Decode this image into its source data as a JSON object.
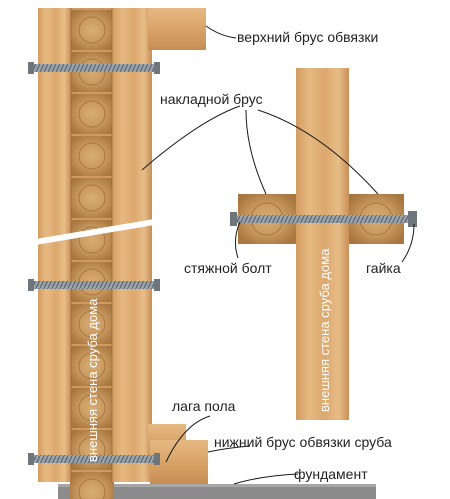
{
  "labels": {
    "top_frame_beam": "верхний брус обвязки",
    "overlay_beam": "накладной брус",
    "tie_bolt": "стяжной болт",
    "nut": "гайка",
    "floor_joist": "лага пола",
    "bottom_frame_beam": "нижний брус обвязки сруба",
    "foundation": "фундамент",
    "outer_wall_left": "внешняя стена сруба дома",
    "outer_wall_right": "внешняя стена сруба дома"
  },
  "colors": {
    "wood_light": "#e2b47c",
    "wood_mid": "#d8a266",
    "wood_dark": "#c28a52",
    "log_end": "#c99a62",
    "bolt": "#8f98a0",
    "foundation": "#8c8c8c",
    "text": "#222222",
    "leader": "#1a1a1a"
  }
}
